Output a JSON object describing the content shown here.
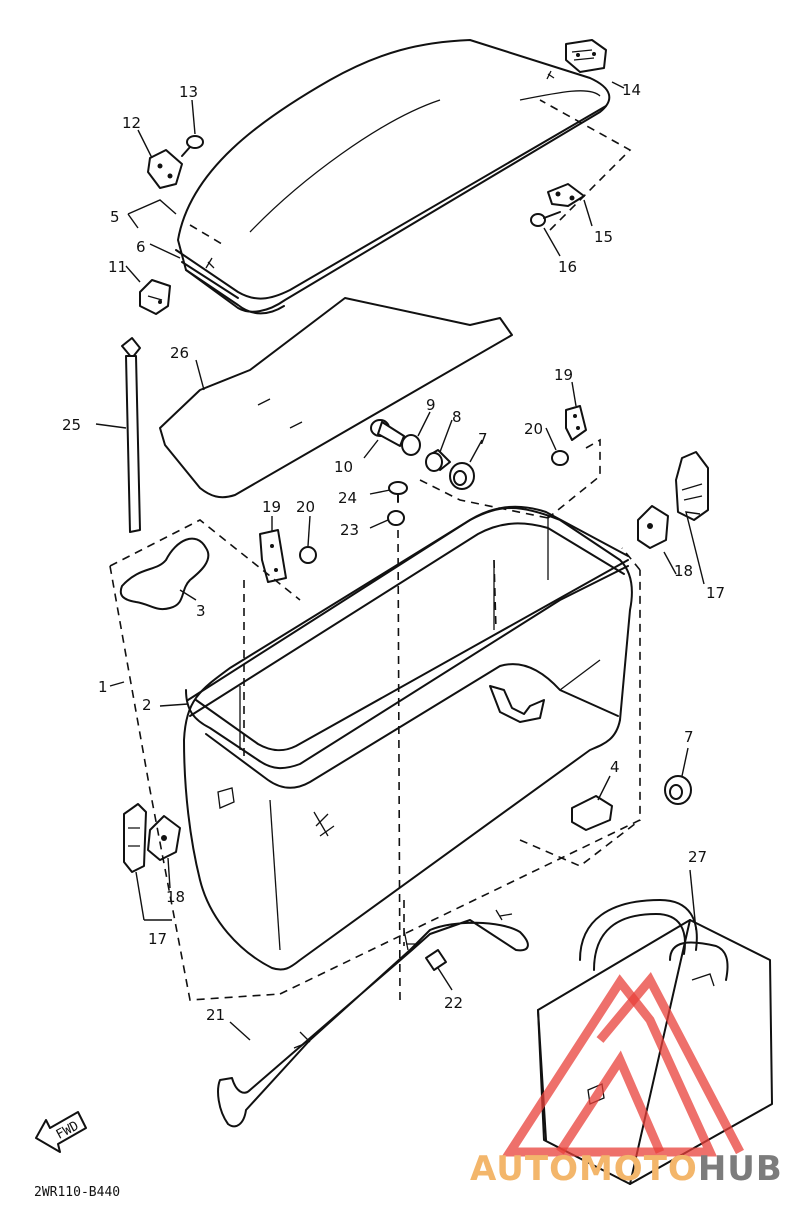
{
  "diagram": {
    "code": "2WR110-B440",
    "fwd_label": "FWD",
    "watermark": {
      "part1": "AUTOMOTO",
      "part2": "HUB",
      "color_triangle": "#e8403a",
      "color_part1": "#f3b66b",
      "color_part2": "#7c7c7c"
    },
    "callouts": {
      "c1": "1",
      "c2": "2",
      "c3": "3",
      "c4": "4",
      "c5": "5",
      "c6": "6",
      "c7a": "7",
      "c7b": "7",
      "c8": "8",
      "c9": "9",
      "c10": "10",
      "c11": "11",
      "c12": "12",
      "c13": "13",
      "c14": "14",
      "c15": "15",
      "c16": "16",
      "c17a": "17",
      "c17b": "17",
      "c18a": "18",
      "c18b": "18",
      "c19a": "19",
      "c19b": "19",
      "c20a": "20",
      "c20b": "20",
      "c21": "21",
      "c22": "22",
      "c23": "23",
      "c24": "24",
      "c25": "25",
      "c26": "26",
      "c27": "27"
    }
  }
}
